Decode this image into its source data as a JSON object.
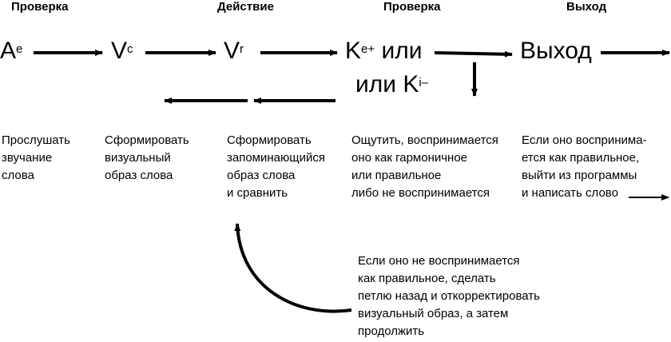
{
  "headers": {
    "check1": "Проверка",
    "action": "Действие",
    "check2": "Проверка",
    "exit": "Выход"
  },
  "nodes": {
    "ae": {
      "base": "A",
      "sup": "e"
    },
    "vc": {
      "base": "V",
      "sup": "c"
    },
    "vr": {
      "base": "V",
      "sup": "r"
    },
    "ke": {
      "base": "K",
      "sup": "e+",
      "tail": " или"
    },
    "ki": {
      "pre": "или K",
      "sup": "i–"
    },
    "exit": {
      "label": "Выход"
    }
  },
  "descriptions": {
    "listen": "Прослушать\nзвучание\nслова",
    "visual": "Сформировать\nвизуальный\nобраз слова",
    "memory": "Сформировать\nзапоминающийся\nобраз слова\nи сравнить",
    "feel": "Ощутить, воспринимается\nоно как гармоничное\nили правильное\nлибо не воспринимается",
    "exit_text": "Если оно воспринима-\nется как правильное,\nвыйти из программы\nи написать слово",
    "loop": "Если оно не воспринимается\nкак правильное, сделать\nпетлю назад и откорректировать\nвизуальный образ, а затем\nпродолжить"
  }
}
